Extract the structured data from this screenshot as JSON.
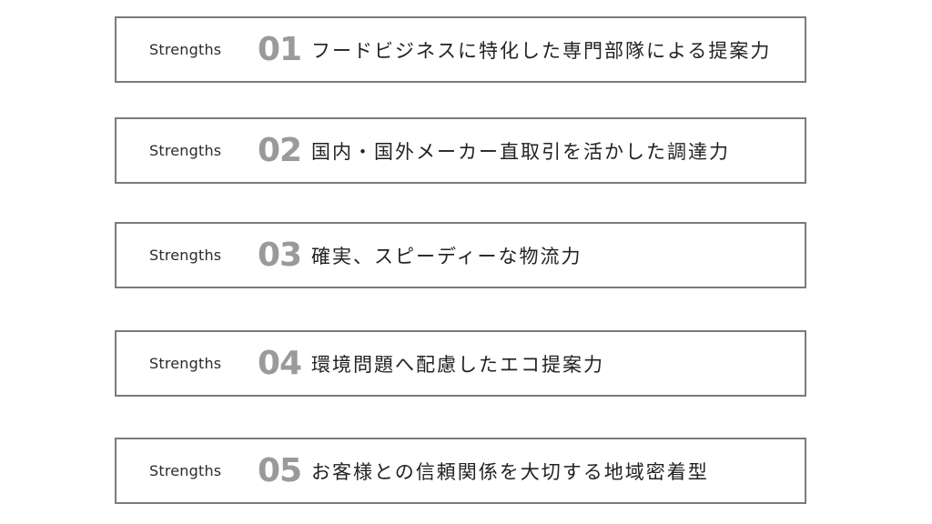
{
  "items": [
    {
      "label": "Strengths",
      "number": "01",
      "title": "フードビジネスに特化した専門部隊による提案力"
    },
    {
      "label": "Strengths",
      "number": "02",
      "title": "国内・国外メーカー直取引を活かした調達力"
    },
    {
      "label": "Strengths",
      "number": "03",
      "title": "確実、スピーディーな物流力"
    },
    {
      "label": "Strengths",
      "number": "04",
      "title": "環境問題へ配慮したエコ提案力"
    },
    {
      "label": "Strengths",
      "number": "05",
      "title": "お客様との信頼関係を大切する地域密着型"
    }
  ]
}
